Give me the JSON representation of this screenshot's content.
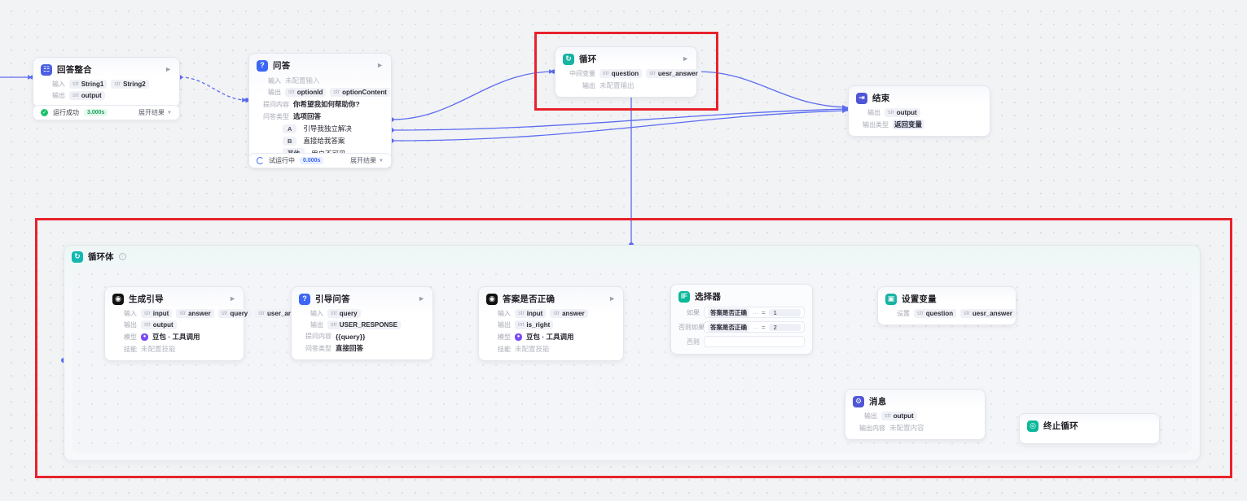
{
  "app": {
    "canvas_bg": "#f2f3f5",
    "edge_color": "#5b6cf0",
    "accent": "#4b5fe2",
    "annotation_color": "#e8222c"
  },
  "labels": {
    "input": "输入",
    "output": "输出",
    "model": "模型",
    "skill": "技能",
    "question_content": "提问内容",
    "qa_type": "问答类型",
    "output_type": "输出类型",
    "output_content": "输出内容",
    "mid_var": "中间变量",
    "set": "设置",
    "if": "如果",
    "elseif": "否则如果",
    "else": "否则",
    "expand_result": "展开结果",
    "unconfigured_input": "未配置输入",
    "unconfigured_output": "未配置输出",
    "unconfigured_skill": "未配置技能",
    "unconfigured_content": "未配置内容"
  },
  "nodes": {
    "answer_merge": {
      "title": "回答整合",
      "icon": "merge-icon",
      "inputs": [
        {
          "type": "str",
          "name": "String1"
        },
        {
          "type": "str",
          "name": "String2"
        }
      ],
      "outputs": [
        {
          "type": "str",
          "name": "output"
        }
      ],
      "status": {
        "text": "运行成功",
        "time": "3.000s",
        "state": "success"
      }
    },
    "qa": {
      "title": "问答",
      "icon": "question-icon",
      "input_text": "未配置输入",
      "outputs": [
        {
          "type": "str",
          "name": "optionId"
        },
        {
          "type": "str",
          "name": "optionContent"
        }
      ],
      "question_content": "你希望我如何帮助你?",
      "qa_type": "选项回答",
      "options": [
        {
          "key": "A",
          "text": "引导我独立解决"
        },
        {
          "key": "B",
          "text": "直接给我答案"
        },
        {
          "key": "其他",
          "text": "用户不可见"
        }
      ],
      "status": {
        "text": "试运行中",
        "time": "0.000s",
        "state": "running"
      }
    },
    "loop": {
      "title": "循环",
      "icon": "loop-icon",
      "mid_vars": [
        {
          "type": "str",
          "name": "question"
        },
        {
          "type": "str",
          "name": "uesr_answer"
        }
      ],
      "output_text": "未配置输出"
    },
    "end": {
      "title": "结束",
      "icon": "end-icon",
      "outputs": [
        {
          "type": "str",
          "name": "output"
        }
      ],
      "output_type": "返回变量"
    },
    "loop_body": {
      "title": "循环体",
      "icon": "loop-icon"
    },
    "gen_guide": {
      "title": "生成引导",
      "icon": "llm-icon",
      "inputs": [
        {
          "type": "str",
          "name": "input"
        },
        {
          "type": "str",
          "name": "answer"
        },
        {
          "type": "str",
          "name": "query"
        },
        {
          "type": "str",
          "name": "user_answer"
        }
      ],
      "outputs": [
        {
          "type": "str",
          "name": "output"
        }
      ],
      "model": "豆包 · 工具调用",
      "skill": "未配置技能"
    },
    "guide_qa": {
      "title": "引导问答",
      "icon": "question-icon",
      "inputs": [
        {
          "type": "str",
          "name": "query"
        }
      ],
      "outputs": [
        {
          "type": "str",
          "name": "USER_RESPONSE"
        }
      ],
      "question_content": "{{query}}",
      "qa_type": "直接回答"
    },
    "answer_correct": {
      "title": "答案是否正确",
      "icon": "llm-icon",
      "inputs": [
        {
          "type": "str",
          "name": "input"
        },
        {
          "type": "str",
          "name": "answer"
        }
      ],
      "outputs": [
        {
          "type": "int",
          "name": "is_right"
        }
      ],
      "model": "豆包 · 工具调用",
      "skill": "未配置技能"
    },
    "selector": {
      "title": "选择器",
      "icon": "if-icon",
      "conditions": [
        {
          "label": "如果",
          "variable": "答案是否正确",
          "ellipsis": "…",
          "operator": "=",
          "value": "1"
        },
        {
          "label": "否则如果",
          "variable": "答案是否正确",
          "ellipsis": "…",
          "operator": "=",
          "value": "2"
        },
        {
          "label": "否则",
          "variable": "",
          "ellipsis": "",
          "operator": "",
          "value": ""
        }
      ]
    },
    "set_var": {
      "title": "设置变量",
      "icon": "setvar-icon",
      "sets": [
        {
          "type": "str",
          "name": "question"
        },
        {
          "type": "str",
          "name": "uesr_answer"
        }
      ]
    },
    "message": {
      "title": "消息",
      "icon": "message-icon",
      "outputs": [
        {
          "type": "str",
          "name": "output"
        }
      ],
      "output_content": "未配置内容"
    },
    "break_loop": {
      "title": "终止循环",
      "icon": "break-icon"
    }
  }
}
